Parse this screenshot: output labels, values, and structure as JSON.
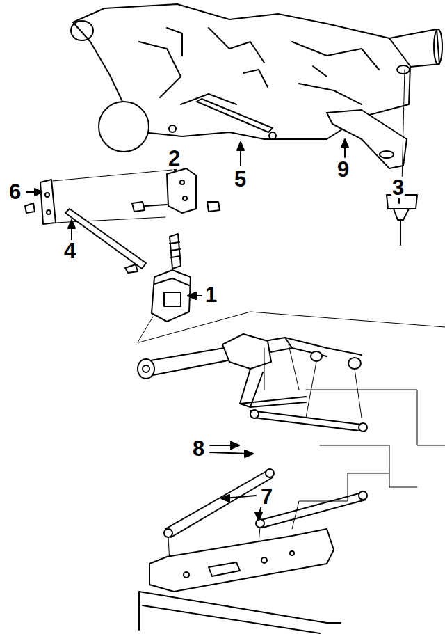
{
  "diagram": {
    "labels": [
      "2",
      "6",
      "5",
      "9",
      "3",
      "4",
      "1",
      "8",
      "7"
    ]
  }
}
